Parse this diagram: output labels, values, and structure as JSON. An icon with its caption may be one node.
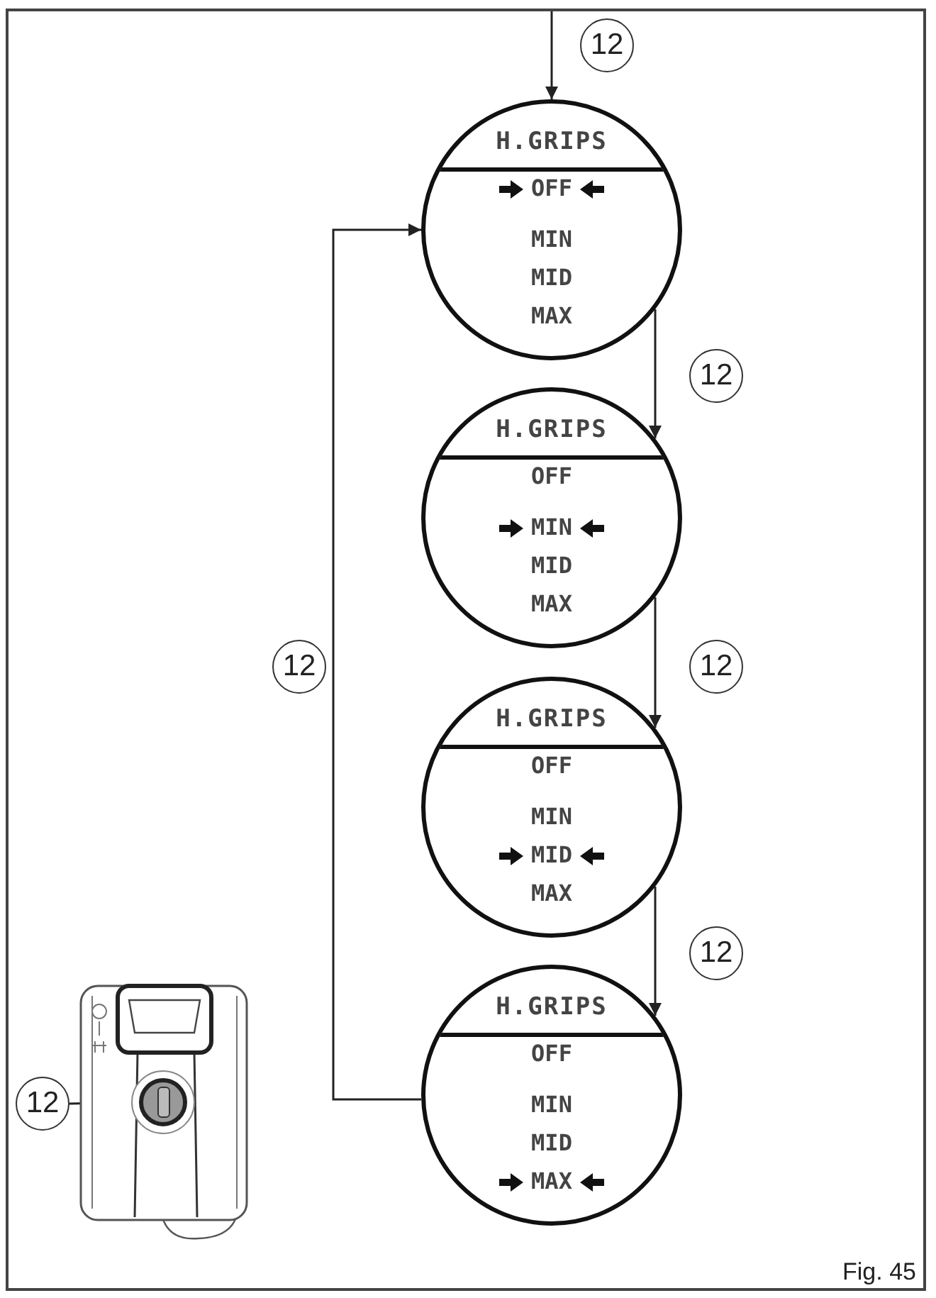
{
  "diagram": {
    "nodes": [
      {
        "text": [
          "H.GRIPS",
          "OFF",
          "MIN",
          "MID",
          "MAX"
        ]
      },
      {
        "text": [
          "H.GRIPS",
          "OFF",
          "MIN",
          "MID",
          "MAX"
        ]
      },
      {
        "text": [
          "H.GRIPS",
          "OFF",
          "MIN",
          "MID",
          "MAX"
        ]
      },
      {
        "text": [
          "H.GRIPS",
          "OFF",
          "MIN",
          "MID",
          "MAX"
        ]
      },
      {
        "text": [],
        "shape": "picture"
      },
      {
        "text": [],
        "shape": "circle",
        "in": 4
      },
      {
        "text": [
          "12"
        ]
      },
      {
        "text": [
          "12"
        ]
      },
      {
        "text": [
          "12"
        ]
      },
      {
        "text": [
          "12"
        ]
      },
      {
        "text": [
          "12"
        ]
      },
      {
        "text": [
          "12"
        ]
      }
    ],
    "edges": [
      {
        "from": null,
        "to": 0,
        "arrow": "to"
      },
      {
        "from": 0,
        "to": 1,
        "arrow": "to"
      },
      {
        "from": 1,
        "to": 2,
        "arrow": "to"
      },
      {
        "from": 2,
        "to": 3,
        "arrow": "to"
      },
      {
        "from": 3,
        "to": 0,
        "arrow": "to"
      },
      {
        "from": 6,
        "to": 5,
        "arrow": "none"
      }
    ],
    "labels": [
      "Fig. 45"
    ]
  }
}
